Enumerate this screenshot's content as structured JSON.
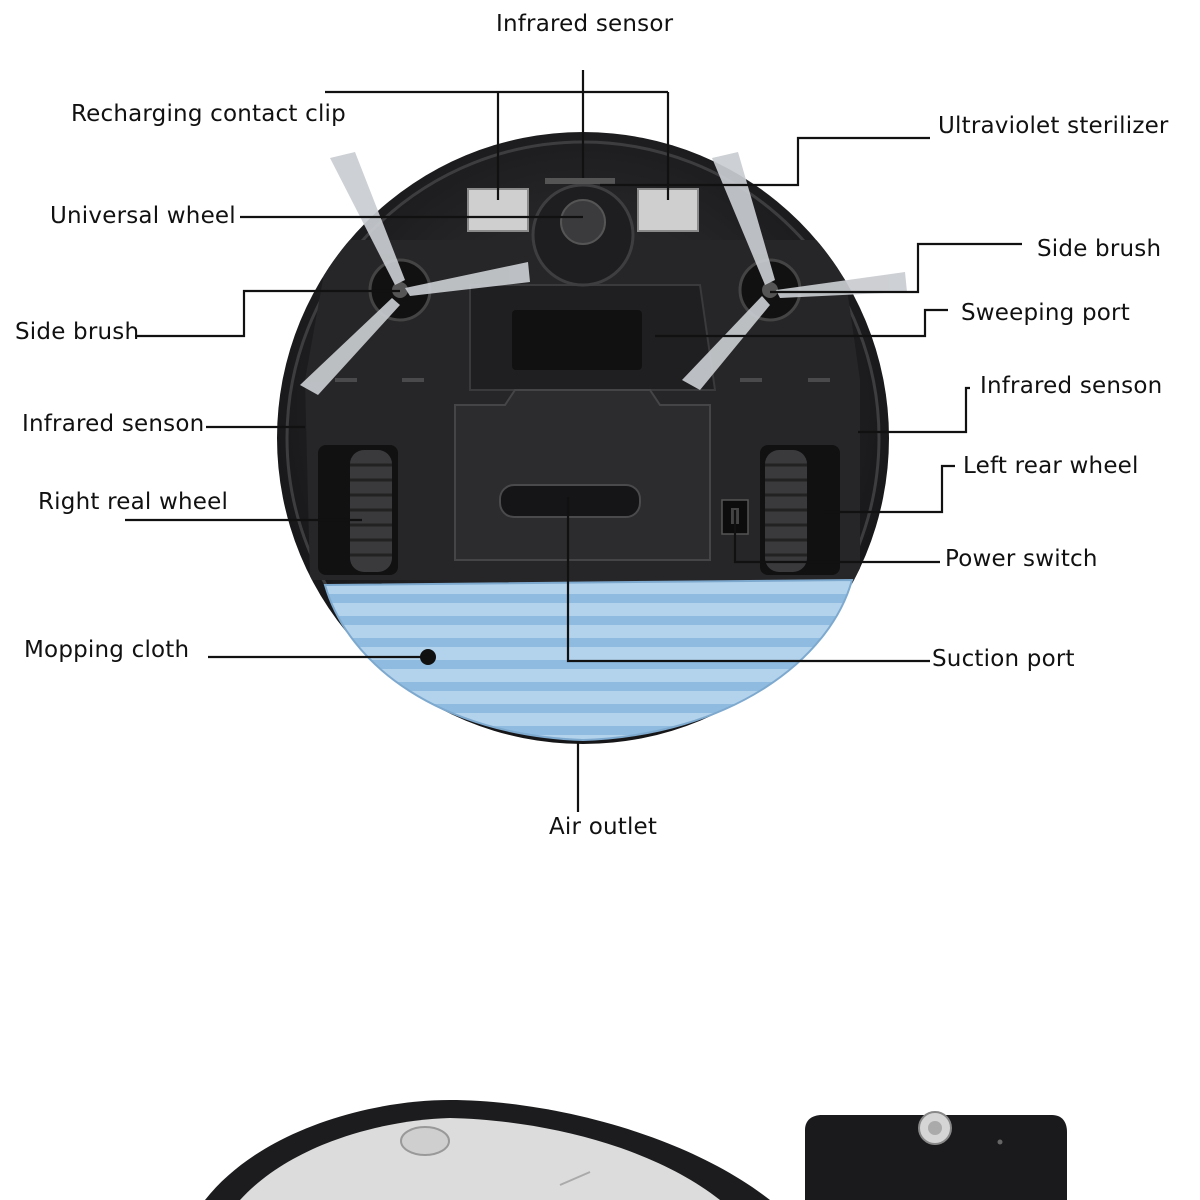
{
  "labels": {
    "infrared_sensor_top": "Infrared sensor",
    "recharging_contact_clip": "Recharging contact clip",
    "ultraviolet_sterilizer": "Ultraviolet sterilizer",
    "universal_wheel": "Universal wheel",
    "side_brush_right": "Side brush",
    "side_brush_left": "Side brush",
    "sweeping_port": "Sweeping port",
    "infrared_senson_right": "Infrared senson",
    "infrared_senson_left": "Infrared senson",
    "left_rear_wheel": "Left rear wheel",
    "right_real_wheel": "Right real wheel",
    "power_switch": "Power switch",
    "mopping_cloth": "Mopping cloth",
    "suction_port": "Suction port",
    "air_outlet": "Air outlet"
  },
  "colors": {
    "robot_body": "#1c1c1e",
    "robot_panel": "#2a2a2c",
    "mop_cloth": "#a9cbe6",
    "leader_line": "#111111",
    "top_robot_silver": "#d9d9d9"
  }
}
